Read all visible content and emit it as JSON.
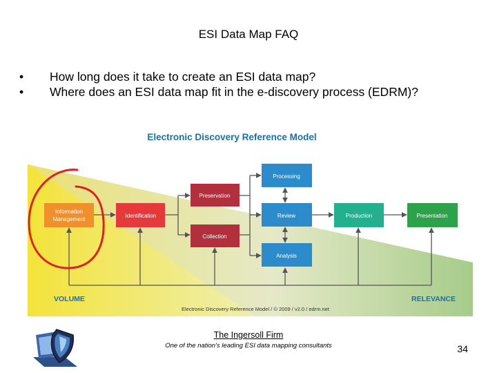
{
  "slide": {
    "title": "ESI Data Map FAQ",
    "bullets": [
      "How long does it take to create an ESI data map?",
      "Where does an ESI data map fit in the e-discovery process (EDRM)?"
    ],
    "bullet_symbol": "•",
    "footer_firm": "The Ingersoll Firm",
    "footer_tagline": "One of the nation's leading ESI data mapping consultants",
    "page_number": "34"
  },
  "edrm": {
    "heading": "Electronic Discovery Reference Model",
    "boxes": {
      "information_management": [
        "Information",
        "Management"
      ],
      "identification": "Identification",
      "preservation": "Preservation",
      "collection": "Collection",
      "processing": "Processing",
      "review": "Review",
      "analysis": "Analysis",
      "production": "Production",
      "presentation": "Presentation"
    },
    "volume_label": "VOLUME",
    "relevance_label": "RELEVANCE",
    "credit": "Electronic Discovery Reference Model / © 2009 / v2.0 / edrm.net"
  },
  "colors": {
    "orange": "#f0902c",
    "red": "#e5393c",
    "maroon": "#b2303d",
    "blue": "#2c8bcb",
    "teal": "#23b08e",
    "green": "#2da24a",
    "heading_blue": "#1b6fad",
    "annotation_red": "#e02020"
  }
}
